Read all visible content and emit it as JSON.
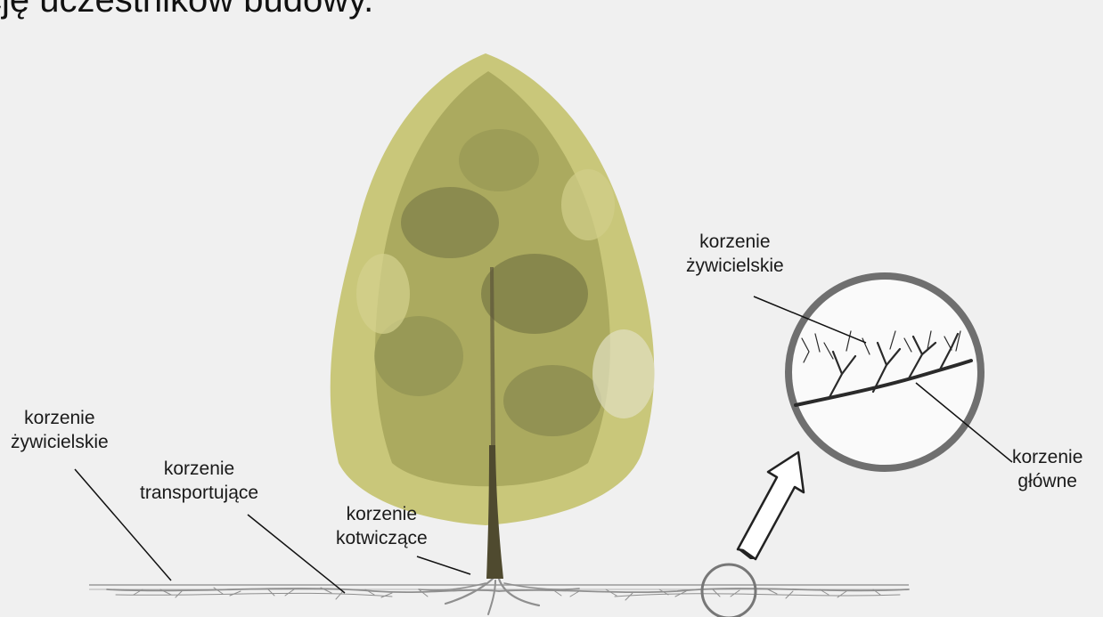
{
  "heading": "cję uczestników budowy.",
  "labels": {
    "feeding_left": [
      "korzenie",
      "żywicielskie"
    ],
    "transport": [
      "korzenie",
      "transportujące"
    ],
    "anchor": [
      "korzenie",
      "kotwiczące"
    ],
    "feeding_right": [
      "korzenie",
      "żywicielskie"
    ],
    "main": [
      "korzenie",
      "główne"
    ]
  },
  "icons": {
    "tree": "tree-illustration",
    "zoom": "magnifier-circle",
    "arrow": "zoom-arrow"
  },
  "colors": {
    "background": "#f0f0f0",
    "foliage_light": "#c9c77a",
    "foliage_mid": "#a6a55a",
    "foliage_dark": "#6f7040",
    "trunk": "#4f4a2f",
    "roots": "#8f8f8f",
    "circle": "#707070"
  }
}
